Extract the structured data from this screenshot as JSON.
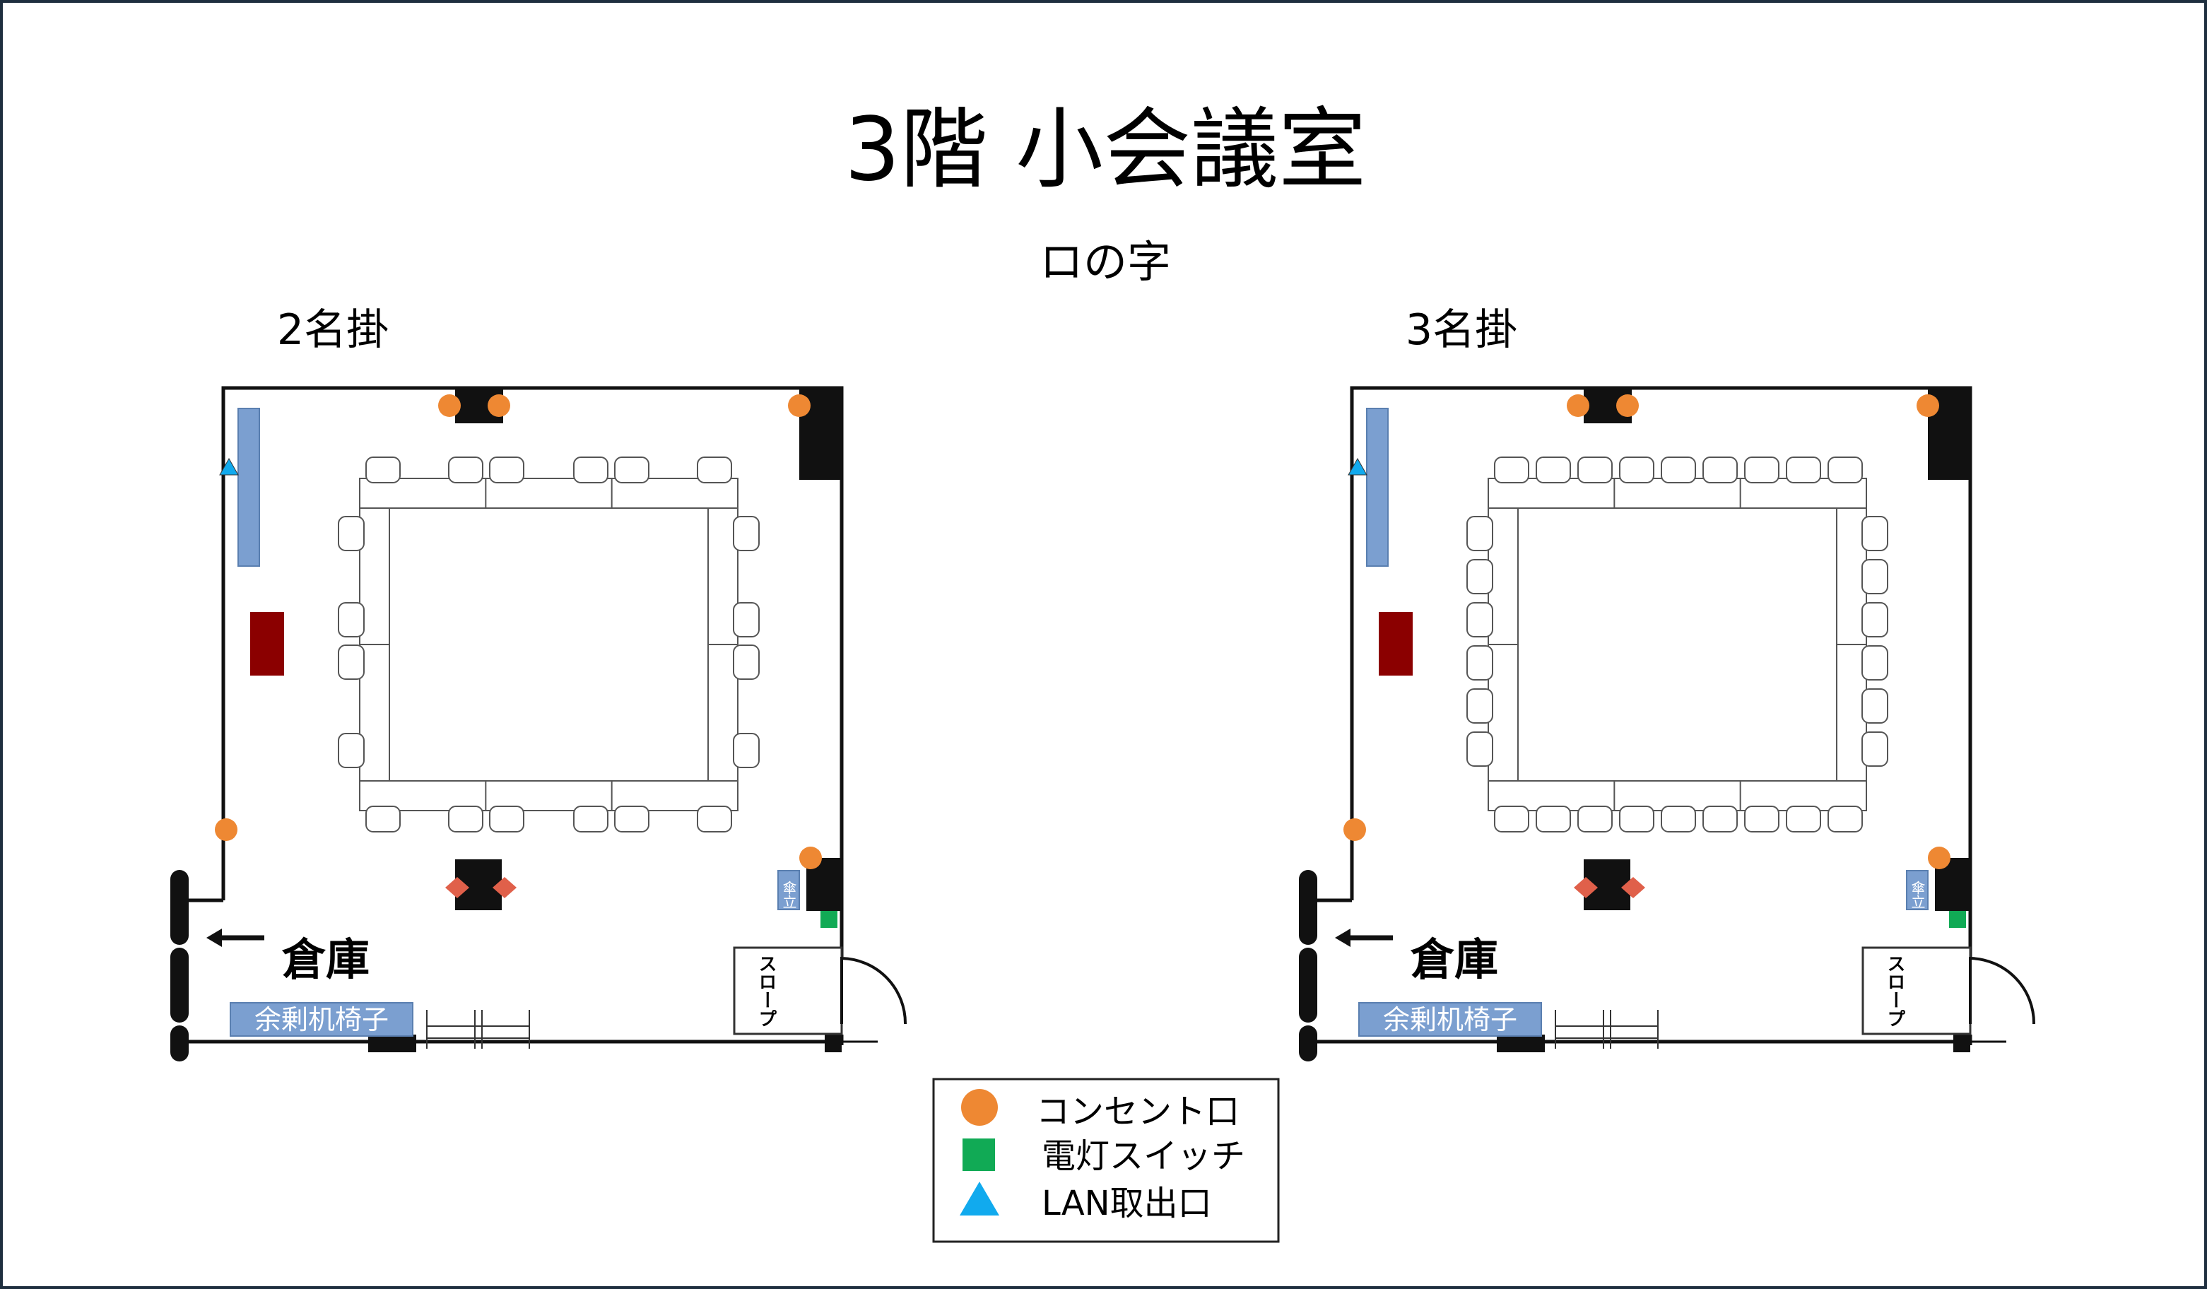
{
  "title": "3階  小会議室",
  "layout_name": "ロの字",
  "plans": [
    {
      "caption": "2名掛",
      "storage_label": "倉庫",
      "spare_label": "余剰机椅子",
      "umbrella_label": "傘立",
      "slope_label": "スロープ",
      "chairs_per_side": 2
    },
    {
      "caption": "3名掛",
      "storage_label": "倉庫",
      "spare_label": "余剰机椅子",
      "umbrella_label": "傘立",
      "slope_label": "スロープ",
      "chairs_per_side": 3
    }
  ],
  "legend": [
    {
      "label": "コンセント口",
      "icon": "orange-circle-icon",
      "color": "#ee8833"
    },
    {
      "label": "電灯スイッチ",
      "icon": "green-square-icon",
      "color": "#11aa55"
    },
    {
      "label": "LAN取出口",
      "icon": "blue-triangle-icon",
      "color": "#11aaee"
    }
  ],
  "colors": {
    "outlet": "#ee8833",
    "switch": "#11aa55",
    "lan": "#11aaee",
    "panel": "#7b9fd0",
    "cabinet": "#8b0000",
    "diamond": "#e0604a",
    "border": "#1f2f3f"
  }
}
